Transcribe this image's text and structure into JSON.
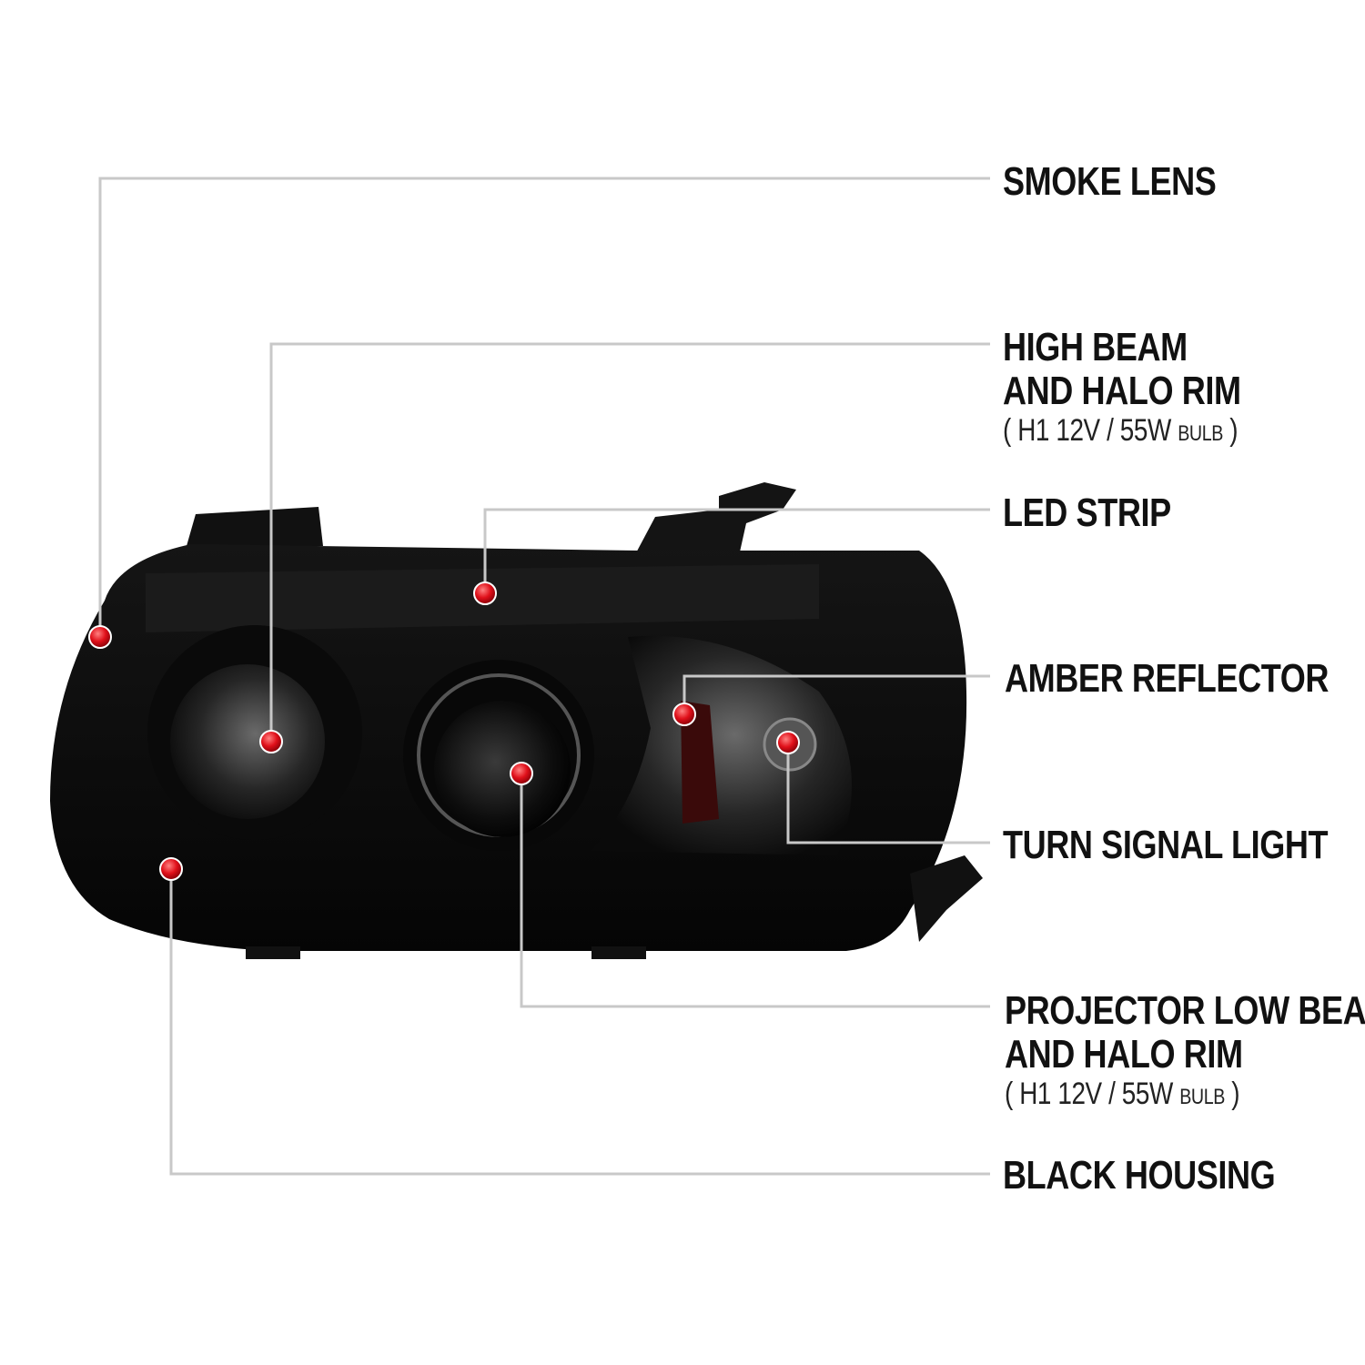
{
  "colors": {
    "leader_line": "#c8c8c8",
    "marker": "#e0101a",
    "text": "#111111"
  },
  "callouts": {
    "smoke_lens": {
      "line1": "SMOKE LENS"
    },
    "high_beam": {
      "line1": "HIGH BEAM",
      "line2": "AND HALO RIM",
      "spec": "( H1  12V / 55W ",
      "spec_unit": "BULB",
      "spec_close": " )"
    },
    "led_strip": {
      "line1": "LED STRIP"
    },
    "amber_reflector": {
      "line1": "AMBER REFLECTOR"
    },
    "turn_signal": {
      "line1": "TURN SIGNAL LIGHT"
    },
    "projector_low_beam": {
      "line1": "PROJECTOR LOW BEAM",
      "line2": "AND HALO RIM",
      "spec": "( H1  12V / 55W ",
      "spec_unit": "BULB",
      "spec_close": " )"
    },
    "black_housing": {
      "line1": "BLACK HOUSING"
    }
  }
}
